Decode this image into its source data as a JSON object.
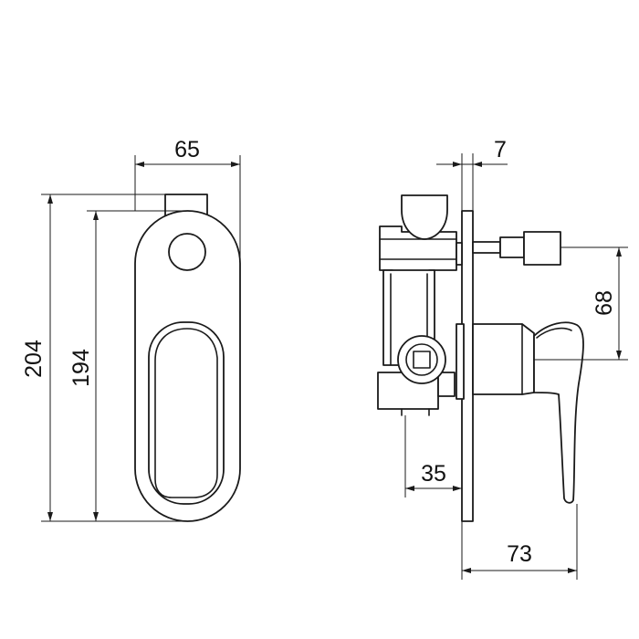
{
  "dimensions": {
    "width_front": "65",
    "height_total": "204",
    "height_plate": "194",
    "plate_thickness": "7",
    "spout_offset": "68",
    "body_depth": "35",
    "total_depth": "73"
  },
  "colors": {
    "line": "#1a1a1a",
    "background": "#ffffff"
  }
}
